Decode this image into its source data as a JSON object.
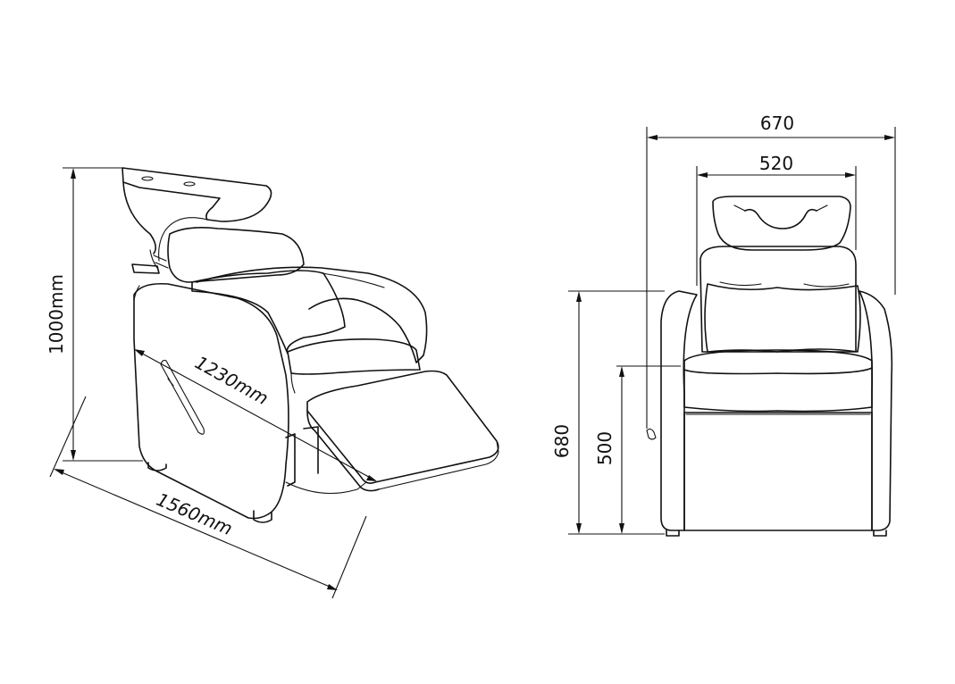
{
  "side_view": {
    "height_label": "1000mm",
    "length_label": "1560mm",
    "diagonal_label": "1230mm"
  },
  "front_view": {
    "overall_width_label": "670",
    "basin_width_label": "520",
    "armrest_height_label": "680",
    "seat_height_label": "500"
  },
  "colors": {
    "line": "#111111",
    "background": "#ffffff"
  }
}
